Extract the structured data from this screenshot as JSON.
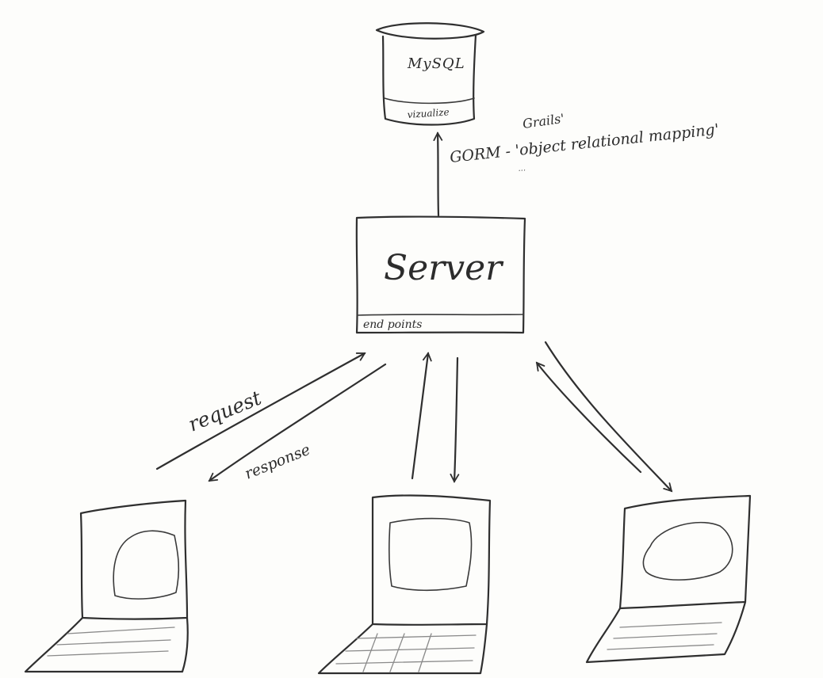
{
  "database": {
    "name": "MySQL",
    "footer": "vizualize"
  },
  "orm_note": {
    "framework": "Grails'",
    "line": "GORM - 'object relational mapping'",
    "sub": "..."
  },
  "server": {
    "title": "Server",
    "endpoints_label": "end points"
  },
  "messages": {
    "request": "request",
    "response": "response"
  },
  "clients": [
    {
      "icon": "laptop-icon"
    },
    {
      "icon": "laptop-icon"
    },
    {
      "icon": "laptop-icon"
    }
  ]
}
